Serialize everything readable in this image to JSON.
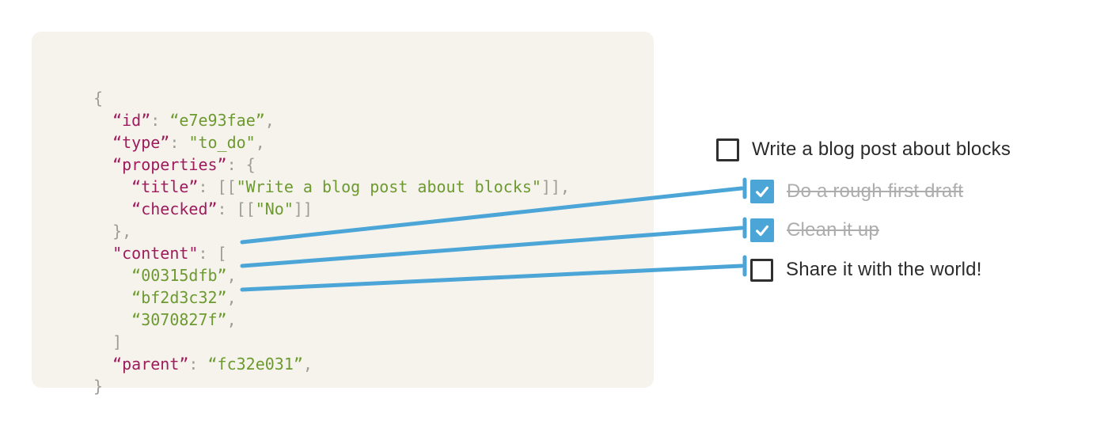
{
  "colors": {
    "panel_bg": "#f6f3ed",
    "code_key": "#9e1b5c",
    "code_value": "#6d9a30",
    "code_punctuation": "#9d9d97",
    "connector_blue": "#4ba5d7",
    "checkbox_checked_bg": "#4ba5d7",
    "checkbox_unchecked_border": "#2f2f2f",
    "todo_text": "#2b2b2b",
    "todo_done_text": "#adadad"
  },
  "code_block": {
    "language": "json-like",
    "lines": [
      [
        {
          "t": "{",
          "c": "pun"
        }
      ],
      [
        {
          "t": "  ",
          "c": "pun"
        },
        {
          "t": "“id”",
          "c": "key"
        },
        {
          "t": ": ",
          "c": "pun"
        },
        {
          "t": "“e7e93fae”",
          "c": "val"
        },
        {
          "t": ",",
          "c": "pun"
        }
      ],
      [
        {
          "t": "  ",
          "c": "pun"
        },
        {
          "t": "“type”",
          "c": "key"
        },
        {
          "t": ": ",
          "c": "pun"
        },
        {
          "t": "\"to_do\"",
          "c": "val"
        },
        {
          "t": ",",
          "c": "pun"
        }
      ],
      [
        {
          "t": "  ",
          "c": "pun"
        },
        {
          "t": "“properties”",
          "c": "key"
        },
        {
          "t": ": {",
          "c": "pun"
        }
      ],
      [
        {
          "t": "    ",
          "c": "pun"
        },
        {
          "t": "“title”",
          "c": "key"
        },
        {
          "t": ": [[",
          "c": "pun"
        },
        {
          "t": "\"Write a blog post about blocks\"",
          "c": "val"
        },
        {
          "t": "]],",
          "c": "pun"
        }
      ],
      [
        {
          "t": "    ",
          "c": "pun"
        },
        {
          "t": "“checked”",
          "c": "key"
        },
        {
          "t": ": [[",
          "c": "pun"
        },
        {
          "t": "\"No\"",
          "c": "val"
        },
        {
          "t": "]]",
          "c": "pun"
        }
      ],
      [
        {
          "t": "  },",
          "c": "pun"
        }
      ],
      [
        {
          "t": "  ",
          "c": "pun"
        },
        {
          "t": "\"content\"",
          "c": "key"
        },
        {
          "t": ": [",
          "c": "pun"
        }
      ],
      [
        {
          "t": "    ",
          "c": "pun"
        },
        {
          "t": "“00315dfb”",
          "c": "val"
        },
        {
          "t": ",",
          "c": "pun"
        }
      ],
      [
        {
          "t": "    ",
          "c": "pun"
        },
        {
          "t": "“bf2d3c32”",
          "c": "val"
        },
        {
          "t": ",",
          "c": "pun"
        }
      ],
      [
        {
          "t": "    ",
          "c": "pun"
        },
        {
          "t": "“3070827f”",
          "c": "val"
        },
        {
          "t": ",",
          "c": "pun"
        }
      ],
      [
        {
          "t": "  ]",
          "c": "pun"
        }
      ],
      [
        {
          "t": "  ",
          "c": "pun"
        },
        {
          "t": "“parent”",
          "c": "key"
        },
        {
          "t": ": ",
          "c": "pun"
        },
        {
          "t": "“fc32e031”",
          "c": "val"
        },
        {
          "t": ",",
          "c": "pun"
        }
      ],
      [
        {
          "t": "}",
          "c": "pun"
        }
      ]
    ]
  },
  "todo_list": {
    "items": [
      {
        "label": "Write a blog post about blocks",
        "checked": false,
        "struck": false
      },
      {
        "label": "Do a rough first draft",
        "checked": true,
        "struck": true
      },
      {
        "label": "Clean it up",
        "checked": true,
        "struck": true
      },
      {
        "label": "Share it with the world!",
        "checked": false,
        "struck": false
      }
    ]
  },
  "connectors": [
    {
      "from_value": "00315dfb",
      "to_item": "Do a rough first draft"
    },
    {
      "from_value": "bf2d3c32",
      "to_item": "Clean it up"
    },
    {
      "from_value": "3070827f",
      "to_item": "Share it with the world!"
    }
  ]
}
